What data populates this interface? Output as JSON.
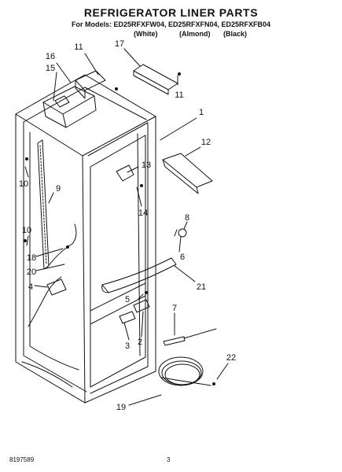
{
  "header": {
    "title": "REFRIGERATOR LINER PARTS",
    "models_prefix": "For Models:",
    "models": "ED25RFXFW04, ED25RFXFN04, ED25RFXFB04",
    "colors": [
      "(White)",
      "(Almond)",
      "(Black)"
    ]
  },
  "callouts": [
    "16",
    "11",
    "17",
    "15",
    "11",
    "1",
    "12",
    "13",
    "10",
    "9",
    "14",
    "8",
    "10",
    "6",
    "18",
    "20",
    "21",
    "4",
    "5",
    "7",
    "3",
    "2",
    "22",
    "19"
  ],
  "footer": {
    "doc_number": "8197589",
    "page_number": "3"
  }
}
